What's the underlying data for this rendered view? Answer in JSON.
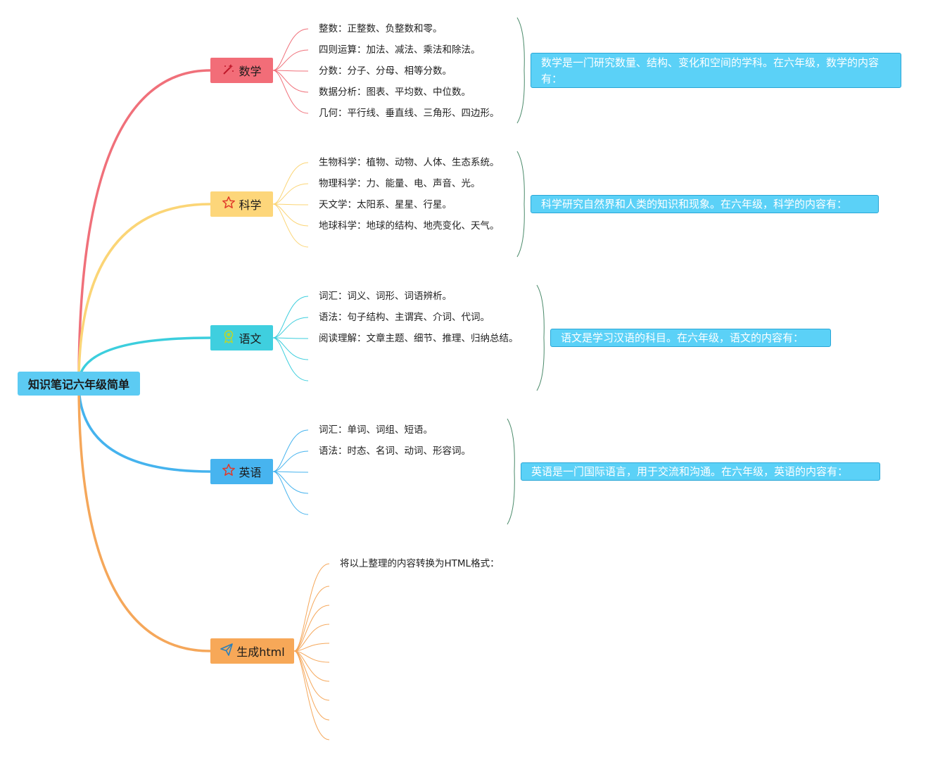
{
  "root": {
    "label": "知识笔记六年级简单"
  },
  "branches": [
    {
      "id": "math",
      "label": "数学",
      "icon": "magic-wand-icon",
      "color": "#f0707a",
      "leaves": [
        "整数：正整数、负整数和零。",
        "四则运算：加法、减法、乘法和除法。",
        "分数：分子、分母、相等分数。",
        "数据分析：图表、平均数、中位数。",
        "几何：平行线、垂直线、三角形、四边形。"
      ],
      "summary": "数学是一门研究数量、结构、变化和空间的学科。在六年级，数学的内容有："
    },
    {
      "id": "science",
      "label": "科学",
      "icon": "star-icon",
      "color": "#fbd576",
      "leaves": [
        "生物科学：植物、动物、人体、生态系统。",
        "物理科学：力、能量、电、声音、光。",
        "天文学：太阳系、星星、行星。",
        "地球科学：地球的结构、地壳变化、天气。",
        ""
      ],
      "summary": "科学研究自然界和人类的知识和现象。在六年级，科学的内容有："
    },
    {
      "id": "chinese",
      "label": "语文",
      "icon": "award-icon",
      "color": "#3ccedd",
      "leaves": [
        "词汇：词义、词形、词语辨析。",
        "语法：句子结构、主谓宾、介词、代词。",
        "阅读理解：文章主题、细节、推理、归纳总结。",
        "",
        ""
      ],
      "summary": "语文是学习汉语的科目。在六年级，语文的内容有："
    },
    {
      "id": "english",
      "label": "英语",
      "icon": "star-icon",
      "color": "#45b3ee",
      "leaves": [
        "词汇：单词、词组、短语。",
        "语法：时态、名词、动词、形容词。",
        "",
        "",
        ""
      ],
      "summary": "英语是一门国际语言，用于交流和沟通。在六年级，英语的内容有："
    },
    {
      "id": "html",
      "label": "生成html",
      "icon": "paper-plane-icon",
      "color": "#f5a75a",
      "leaves": [
        "将以上整理的内容转换为HTML格式：",
        "",
        "",
        "",
        "",
        "",
        "",
        "",
        "",
        ""
      ]
    }
  ]
}
